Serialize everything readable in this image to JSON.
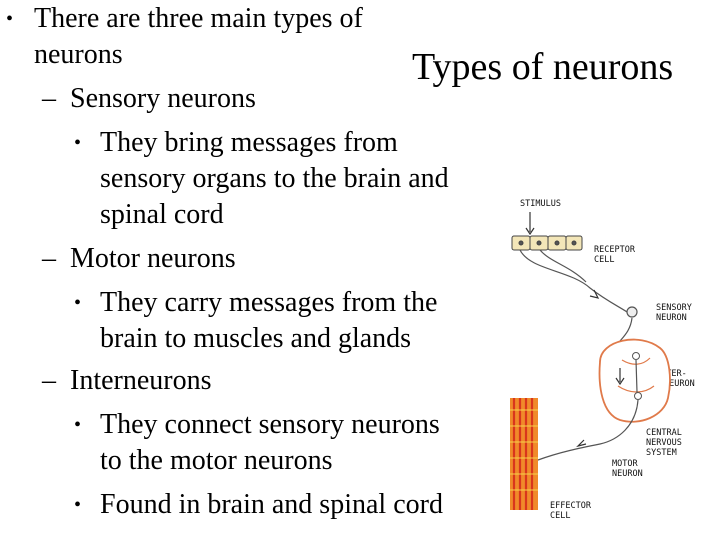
{
  "slide": {
    "title": "Types of neurons",
    "bullets": [
      {
        "level": 1,
        "marker": "•",
        "lines": [
          "There are three main types of",
          "neurons"
        ]
      },
      {
        "level": 2,
        "marker": "–",
        "lines": [
          "Sensory neurons"
        ]
      },
      {
        "level": 3,
        "marker": "•",
        "lines": [
          "They bring messages from",
          "sensory organs to the brain and",
          "spinal cord"
        ]
      },
      {
        "level": 2,
        "marker": "–",
        "lines": [
          "Motor neurons"
        ]
      },
      {
        "level": 3,
        "marker": "•",
        "lines": [
          "They carry messages from the",
          "brain to muscles and glands"
        ]
      },
      {
        "level": 2,
        "marker": "–",
        "lines": [
          "Interneurons"
        ]
      },
      {
        "level": 3,
        "marker": "•",
        "lines": [
          "They connect sensory neurons",
          "to the motor neurons"
        ]
      },
      {
        "level": 3,
        "marker": "•",
        "lines": [
          "Found in brain and spinal cord"
        ]
      }
    ]
  },
  "diagram": {
    "labels": {
      "stimulus": "STIMULUS",
      "receptor_1": "RECEPTOR",
      "receptor_2": "CELL",
      "sensory_1": "SENSORY",
      "sensory_2": "NEURON",
      "inter_1": "INTER-",
      "inter_2": "NEURON",
      "cns_1": "CENTRAL",
      "cns_2": "NERVOUS",
      "cns_3": "SYSTEM",
      "motor_1": "MOTOR",
      "motor_2": "NEURON",
      "effector_1": "EFFECTOR",
      "effector_2": "CELL"
    },
    "colors": {
      "brain_outline": "#e07a4a",
      "muscle_red": "#d9361c",
      "muscle_orange": "#f08a2a",
      "muscle_yellow": "#f7d24a",
      "receptor_fill": "#f3e6b8"
    }
  }
}
